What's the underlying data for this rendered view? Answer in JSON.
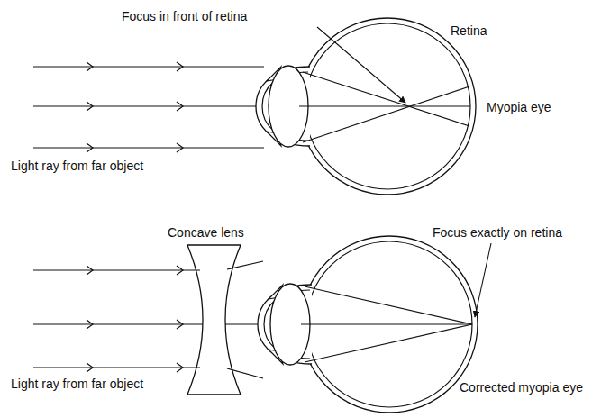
{
  "diagram": {
    "labels": [
      "Focus in front of retina",
      "Retina",
      "Myopia eye",
      "Light ray from far object",
      "Concave lens",
      "Focus exactly on retina",
      "Light ray from far object",
      "Corrected myopia eye"
    ]
  }
}
